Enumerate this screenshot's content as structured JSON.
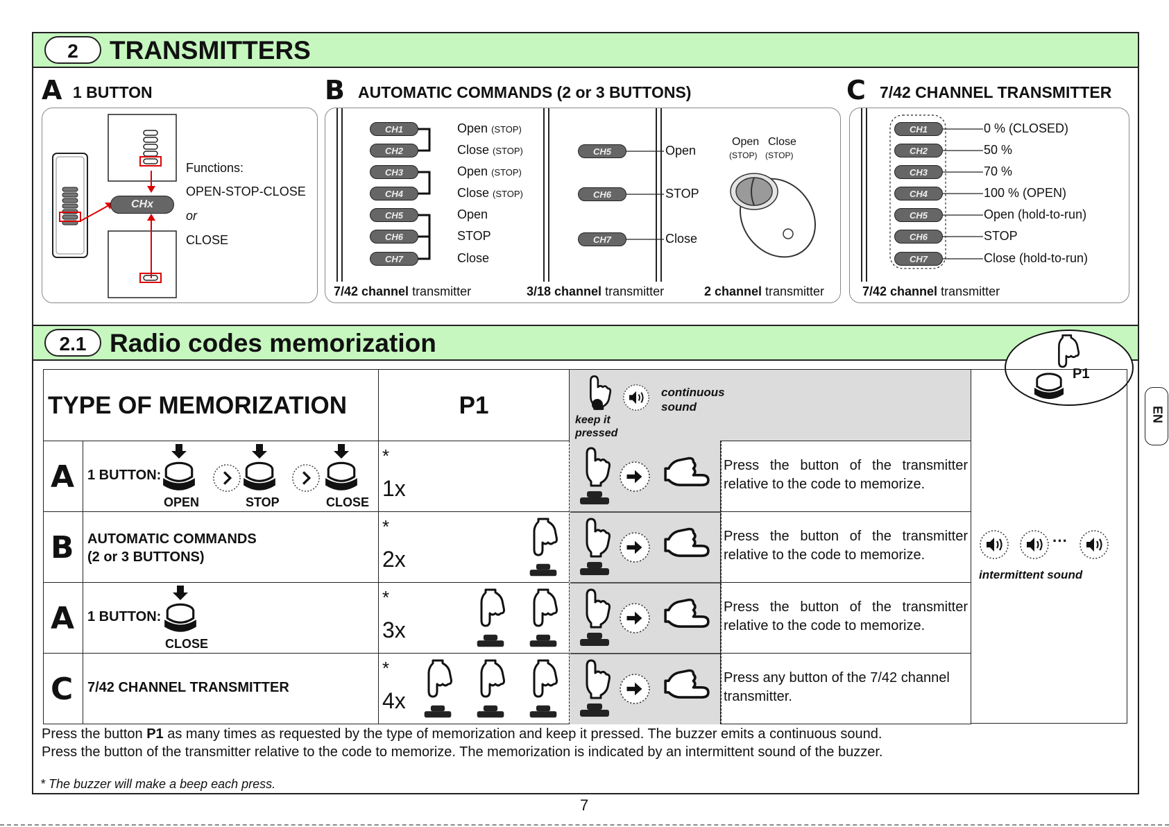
{
  "section2": {
    "number": "2",
    "title": "TRANSMITTERS"
  },
  "panelA": {
    "letter": "A",
    "title": "1 BUTTON",
    "chip": "CHx",
    "functions_label": "Functions:",
    "option1": "OPEN-STOP-CLOSE",
    "or": "or",
    "option2": "CLOSE"
  },
  "panelB": {
    "letter": "B",
    "title": "AUTOMATIC COMMANDS (2 or 3 BUTTONS)",
    "list742": [
      {
        "ch": "CH1",
        "label": "Open",
        "extra": "(STOP)"
      },
      {
        "ch": "CH2",
        "label": "Close",
        "extra": "(STOP)"
      },
      {
        "ch": "CH3",
        "label": "Open",
        "extra": "(STOP)"
      },
      {
        "ch": "CH4",
        "label": "Close",
        "extra": "(STOP)"
      },
      {
        "ch": "CH5",
        "label": "Open",
        "extra": ""
      },
      {
        "ch": "CH6",
        "label": "STOP",
        "extra": ""
      },
      {
        "ch": "CH7",
        "label": "Close",
        "extra": ""
      }
    ],
    "list318": [
      {
        "ch": "CH5",
        "label": "Open"
      },
      {
        "ch": "CH6",
        "label": "STOP"
      },
      {
        "ch": "CH7",
        "label": "Close"
      }
    ],
    "two_open": "Open",
    "two_close": "Close",
    "two_stop1": "(STOP)",
    "two_stop2": "(STOP)",
    "cap1_bold": "7/42 channel",
    "cap1_rest": " transmitter",
    "cap2_bold": "3/18 channel",
    "cap2_rest": " transmitter",
    "cap3_bold": "2 channel",
    "cap3_rest": " transmitter"
  },
  "panelC": {
    "letter": "C",
    "title": "7/42 CHANNEL TRANSMITTER",
    "list": [
      {
        "ch": "CH1",
        "label": "0 % (CLOSED)"
      },
      {
        "ch": "CH2",
        "label": "50 %"
      },
      {
        "ch": "CH3",
        "label": "70 %"
      },
      {
        "ch": "CH4",
        "label": "100 % (OPEN)"
      },
      {
        "ch": "CH5",
        "label": "Open (hold-to-run)"
      },
      {
        "ch": "CH6",
        "label": "STOP"
      },
      {
        "ch": "CH7",
        "label": "Close (hold-to-run)"
      }
    ],
    "cap_bold": "7/42 channel",
    "cap_rest": " transmitter"
  },
  "section21": {
    "number": "2.1",
    "title": "Radio codes memorization"
  },
  "p1_badge": "P1",
  "en_tab": "EN",
  "table": {
    "head_type": "TYPE OF MEMORIZATION",
    "head_p1": "P1",
    "keep_pressed": "keep it pressed",
    "continuous": "continuous sound",
    "intermittent": "intermittent sound",
    "ellipsis": "···",
    "rows": [
      {
        "letter": "A",
        "label": "1 BUTTON:",
        "count": "1x",
        "star": "*",
        "desc": "Press the button of the transmitter relative to the code to memorize."
      },
      {
        "letter": "B",
        "label": "AUTOMATIC COMMANDS",
        "label2": "(2 or 3 BUTTONS)",
        "count": "2x",
        "star": "*",
        "desc": "Press the button of the transmitter relative to the code to memorize."
      },
      {
        "letter": "A",
        "label": "1 BUTTON:",
        "count": "3x",
        "star": "*",
        "desc": "Press the button of the transmitter relative to the code to memorize."
      },
      {
        "letter": "C",
        "label": "7/42 CHANNEL TRANSMITTER",
        "count": "4x",
        "star": "*",
        "desc": "Press any button of the 7/42 channel transmitter."
      }
    ],
    "btn_open": "OPEN",
    "btn_stop": "STOP",
    "btn_close": "CLOSE",
    "btn_close2": "CLOSE"
  },
  "footer": {
    "line1_a": "Press the button ",
    "line1_b": "P1",
    "line1_c": " as many times as requested by the type of memorization and keep it pressed. The buzzer emits a continuous sound.",
    "line2": "Press the button of the transmitter relative to the code to memorize. The memorization is indicated by an intermittent sound of the buzzer.",
    "note": "* The buzzer will make a beep each press."
  },
  "page_number": "7"
}
